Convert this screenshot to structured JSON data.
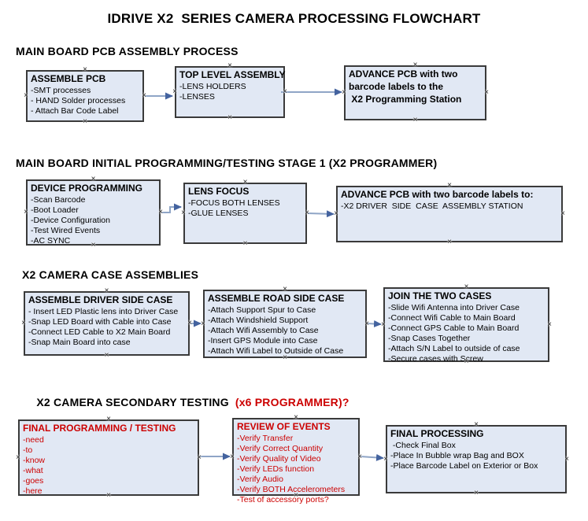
{
  "title": "IDRIVE X2  SERIES CAMERA PROCESSING FLOWCHART",
  "sections": [
    {
      "header": "MAIN BOARD PCB ASSEMBLY PROCESS"
    },
    {
      "header": "MAIN BOARD INITIAL PROGRAMMING/TESTING STAGE 1 (X2 PROGRAMMER)"
    },
    {
      "header": "X2 CAMERA CASE ASSEMBLIES"
    },
    {
      "header": "X2 CAMERA SECONDARY TESTING",
      "header_suffix": "(x6 PROGRAMMER)?",
      "suffix_color": "#cc0000"
    }
  ],
  "boxes": [
    {
      "title": "ASSEMBLE PCB",
      "items": [
        "-SMT processes",
        "- HAND Solder processes",
        "- Attach Bar Code Label"
      ]
    },
    {
      "title": "TOP LEVEL ASSEMBLY",
      "items": [
        "-LENS HOLDERS",
        "-LENSES"
      ]
    },
    {
      "title": "ADVANCE PCB with two\nbarcode labels to the\n X2 Programming Station",
      "items": []
    },
    {
      "title": "DEVICE PROGRAMMING",
      "items": [
        "-Scan Barcode",
        "-Boot Loader",
        "-Device Configuration",
        "-Test Wired Events",
        "-AC SYNC"
      ]
    },
    {
      "title": "LENS FOCUS",
      "items": [
        "-FOCUS BOTH LENSES",
        "-GLUE LENSES"
      ]
    },
    {
      "title": "ADVANCE PCB with two barcode labels to:",
      "items": [
        "-X2 DRIVER  SIDE  CASE  ASSEMBLY STATION"
      ]
    },
    {
      "title": "ASSEMBLE DRIVER SIDE CASE",
      "items": [
        "- Insert LED Plastic lens into Driver Case",
        "-Snap LED Board with Cable into Case",
        "-Connect LED Cable to X2 Main Board",
        "-Snap Main Board into case"
      ]
    },
    {
      "title": "ASSEMBLE ROAD SIDE CASE",
      "items": [
        "-Attach Support Spur to Case",
        "-Attach Windshield Support",
        "-Attach Wifi Assembly to Case",
        "-Insert GPS Module into Case",
        "-Attach Wifi Label to Outside of Case"
      ]
    },
    {
      "title": "JOIN THE TWO CASES",
      "items": [
        "-Slide Wifi Antenna into Driver Case",
        "-Connect Wifi Cable to Main Board",
        "-Connect GPS Cable to Main Board",
        "-Snap Cases Together",
        "-Attach S/N Label to outside of case",
        "-Secure cases with Screw"
      ]
    },
    {
      "title": "FINAL PROGRAMMING / TESTING",
      "text_color": "#cc0000",
      "items": [
        "-need",
        "-to",
        "-know",
        "-what",
        "-goes",
        "-here"
      ]
    },
    {
      "title": "REVIEW OF EVENTS",
      "text_color": "#cc0000",
      "items": [
        "-Verify Transfer",
        "-Verify Correct Quantity",
        "-Verify Quality of Video",
        "-Verify LEDs function",
        "-Verify Audio",
        "-Verify BOTH Accelerometers",
        "-Test of accessory ports?"
      ]
    },
    {
      "title": "FINAL PROCESSING",
      "items": [
        " -Check Final Box",
        "-Place In Bubble wrap Bag and BOX",
        "-Place Barcode Label on Exterior or Box"
      ]
    }
  ],
  "icons": {
    "connection_handle": "×"
  },
  "colors": {
    "box_fill": "#e1e8f4",
    "box_border": "#3a3a3a",
    "connector_line": "#8fa5c6",
    "connector_head": "#44639f",
    "red_text": "#cc0000",
    "text": "#000000",
    "background": "#ffffff"
  }
}
